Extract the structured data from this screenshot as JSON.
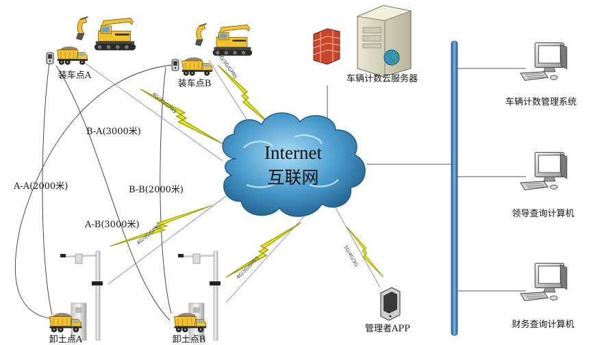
{
  "cloud": {
    "line1": "Internet",
    "line2": "互联网"
  },
  "server": {
    "label": "车辆计数云服务器"
  },
  "computers": [
    {
      "label": "车辆计数管理系统"
    },
    {
      "label": "领导查询计算机"
    },
    {
      "label": "财务查询计算机"
    }
  ],
  "loading_points": [
    {
      "label": "装车点A"
    },
    {
      "label": "装车点B"
    }
  ],
  "unloading_points": [
    {
      "label": "卸土点A"
    },
    {
      "label": "卸土点B"
    }
  ],
  "routes": [
    {
      "label": "A-A(2000米)"
    },
    {
      "label": "B-A(3000米)"
    },
    {
      "label": "B-B(2000米)"
    },
    {
      "label": "A-B(3000米)"
    }
  ],
  "app": {
    "label": "管理者APP"
  },
  "signals": [
    {
      "label": "4G/3G/GPRS"
    },
    {
      "label": "4G/3G/GPRS"
    },
    {
      "label": "4G/3G/GPRS"
    },
    {
      "label": "4G/3G/GPRS"
    },
    {
      "label": "5G/4G/3G"
    }
  ],
  "colors": {
    "cloud_fill": "#2f7fb0",
    "cloud_light": "#7fc0e6",
    "bolt": "#e6e61e",
    "bolt_stroke": "#9a9a00",
    "bus_fill": "#3b82c4",
    "truck_yellow": "#f2c230",
    "dirt": "#9a8470",
    "firewall": "#c8472a",
    "line": "#555555"
  },
  "icons": [
    "excavator-icon",
    "dump-truck-icon",
    "gps-tracker-icon",
    "gate-pole-icon",
    "server-icon",
    "firewall-icon",
    "globe-icon",
    "computer-icon",
    "phone-icon",
    "lightning-icon",
    "cloud-icon"
  ]
}
